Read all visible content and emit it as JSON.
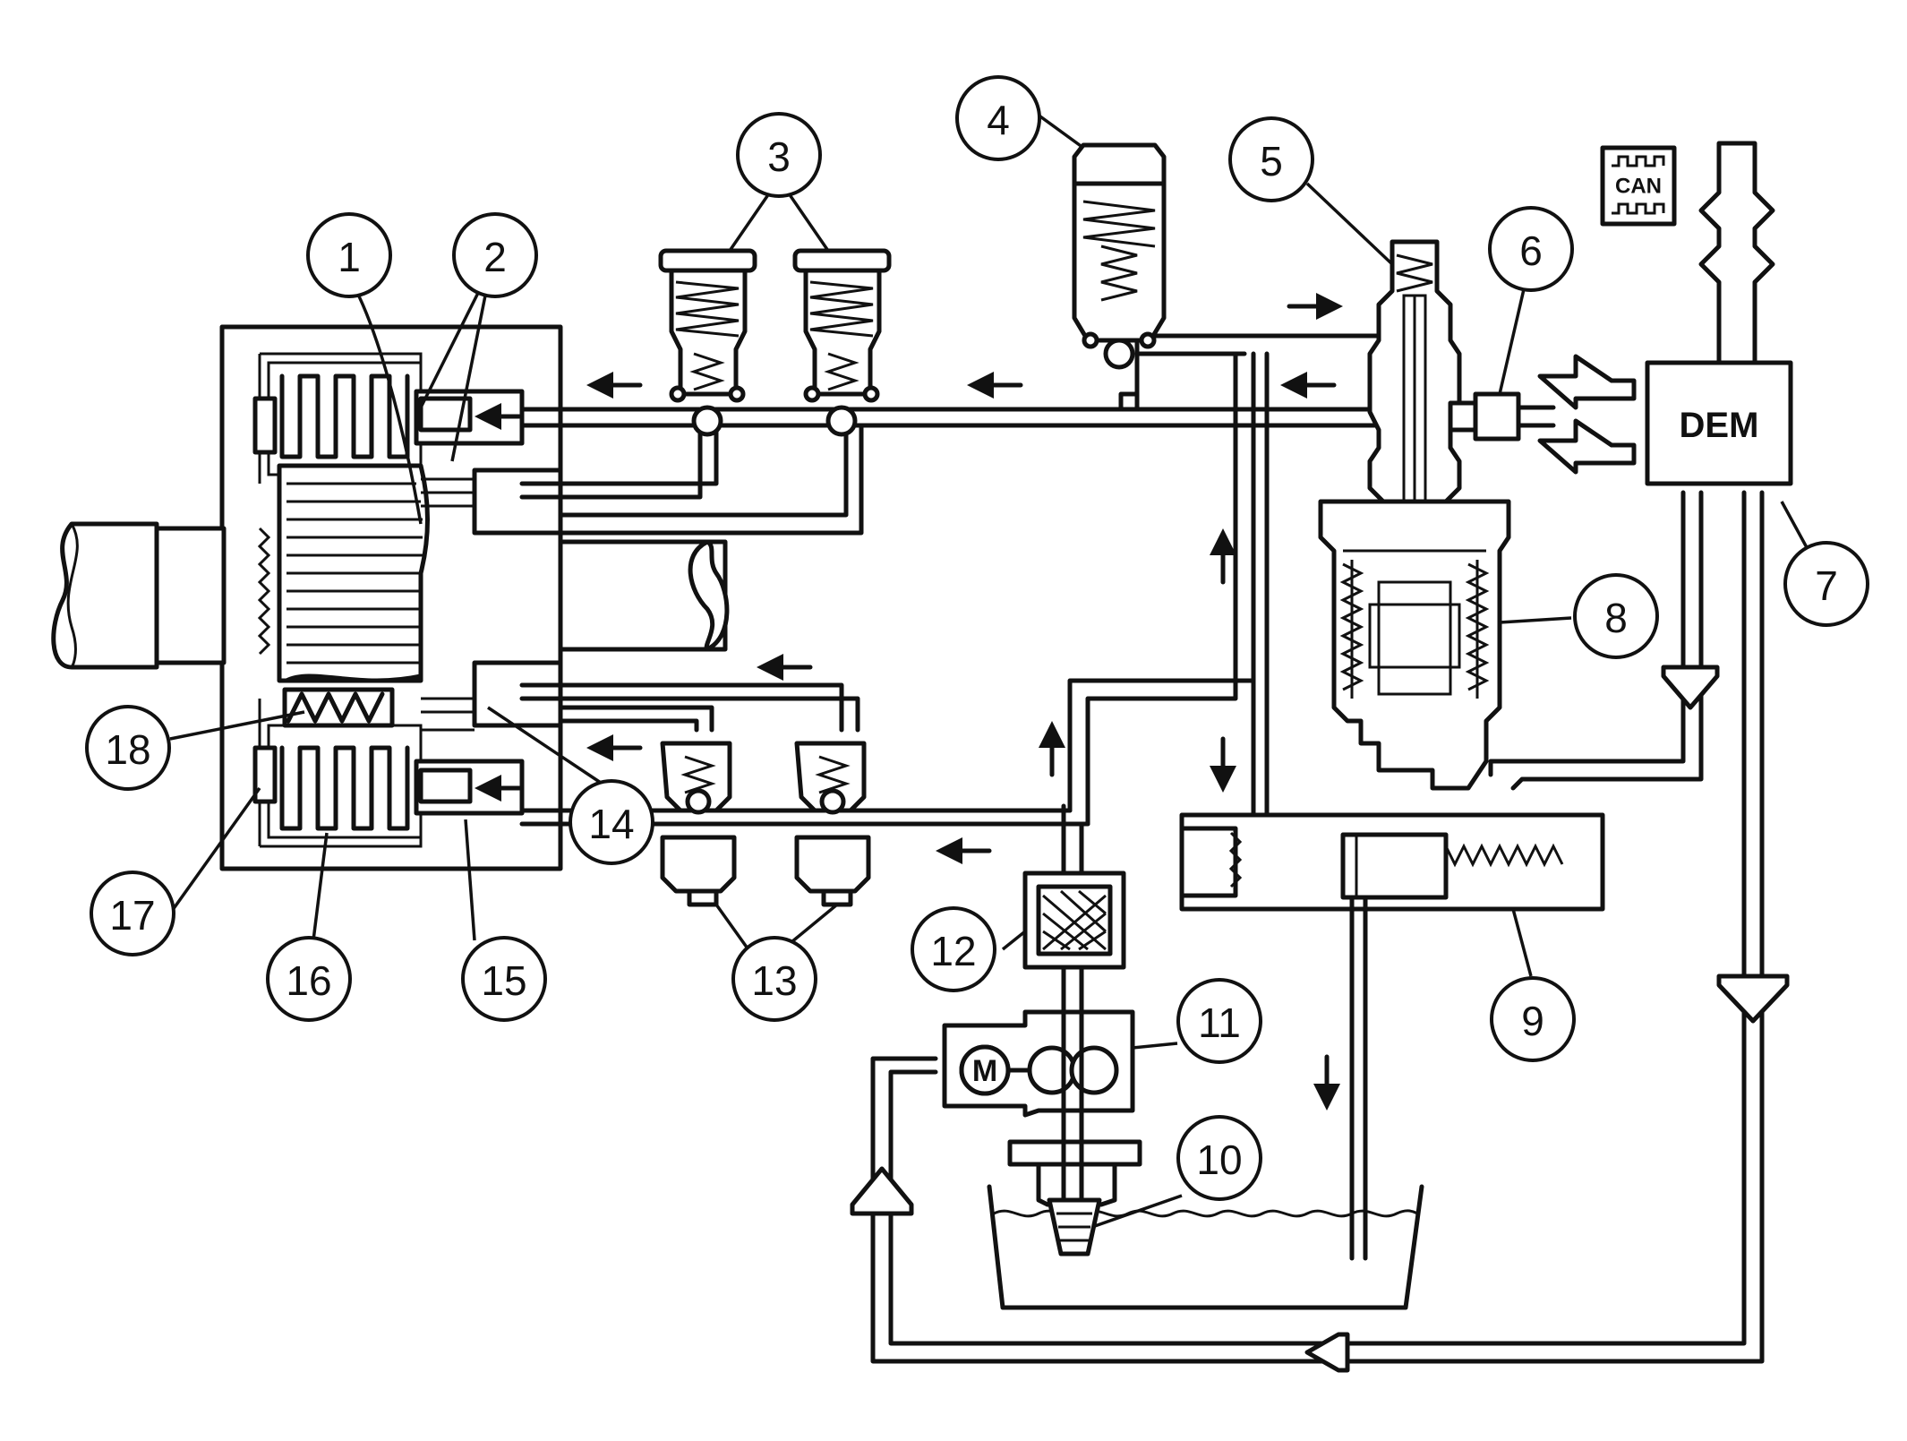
{
  "diagram": {
    "module_label": "DEM",
    "bus_label": "CAN",
    "motor_label": "M",
    "callouts": [
      {
        "id": "1",
        "label": "1"
      },
      {
        "id": "2",
        "label": "2"
      },
      {
        "id": "3",
        "label": "3"
      },
      {
        "id": "4",
        "label": "4"
      },
      {
        "id": "5",
        "label": "5"
      },
      {
        "id": "6",
        "label": "6"
      },
      {
        "id": "7",
        "label": "7"
      },
      {
        "id": "8",
        "label": "8"
      },
      {
        "id": "9",
        "label": "9"
      },
      {
        "id": "10",
        "label": "10"
      },
      {
        "id": "11",
        "label": "11"
      },
      {
        "id": "12",
        "label": "12"
      },
      {
        "id": "13",
        "label": "13"
      },
      {
        "id": "14",
        "label": "14"
      },
      {
        "id": "15",
        "label": "15"
      },
      {
        "id": "16",
        "label": "16"
      },
      {
        "id": "17",
        "label": "17"
      },
      {
        "id": "18",
        "label": "18"
      }
    ]
  }
}
